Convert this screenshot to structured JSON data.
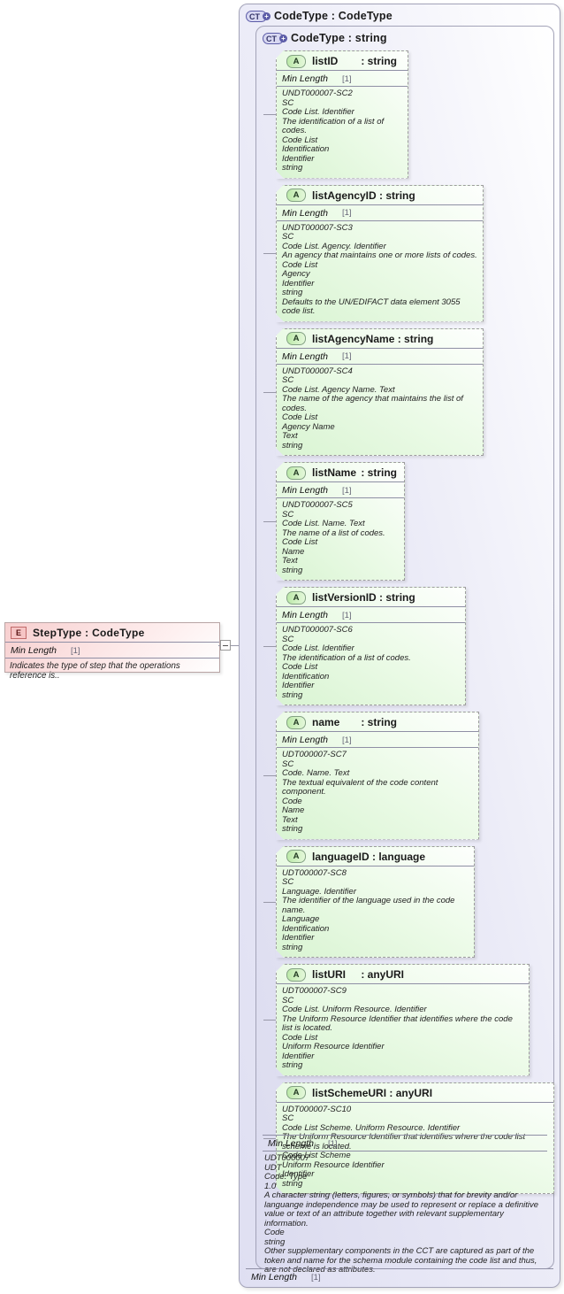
{
  "colors": {
    "outer_box_fill": "#dfdff2",
    "inner_box_fill": "#dbdbef",
    "attribute_box_fill": "#d9f4d2",
    "element_box_fill": "#f7cfcf",
    "box_border": "#a3a3b8",
    "dashed_border": "#9d9d9d",
    "connector": "#9898a8",
    "ct_icon_accent": "#5c5ca8",
    "a_icon_accent": "#84a284",
    "e_icon_accent": "#c06a6a"
  },
  "facet_label": "Min Length",
  "attribute_icon_label": "A",
  "element": {
    "icon_label": "E",
    "title": "StepType : CodeType",
    "facet_label": "Min Length",
    "facet_value": "[1]",
    "description": "Indicates the type of step that the operations reference is.."
  },
  "outer": {
    "icon_label": "CT",
    "icon_plus": "+",
    "title": "CodeType : CodeType",
    "facet_label": "Min Length",
    "facet_value": "[1]"
  },
  "inner": {
    "icon_label": "CT",
    "icon_plus": "+",
    "title": "CodeType : string",
    "facet_label": "Min Length",
    "facet_value": "[1]",
    "documentation": [
      "UDT000007",
      "UDT",
      "Code. Type",
      "1.0",
      "A character string (letters, figures, or symbols) that for brevity and/or languange independence may be used to represent or replace a definitive value or text of an attribute together with relevant supplementary information.",
      "Code",
      "string",
      "Other supplementary components in the CCT are captured as part of the token and name for the schema module containing the code list and thus, are not declared as attributes."
    ]
  },
  "attributes": [
    {
      "name": "listID",
      "type": "string",
      "min_length": "[1]",
      "documentation": [
        "UNDT000007-SC2",
        "SC",
        "Code List. Identifier",
        "The identification of a list of codes.",
        "Code List",
        "Identification",
        "Identifier",
        "string"
      ]
    },
    {
      "name": "listAgencyID",
      "type": "string",
      "min_length": "[1]",
      "documentation": [
        "UNDT000007-SC3",
        "SC",
        "Code List. Agency. Identifier",
        "An agency that maintains one or more lists of codes.",
        "Code List",
        "Agency",
        "Identifier",
        "string",
        "Defaults to the UN/EDIFACT data element 3055 code list."
      ]
    },
    {
      "name": "listAgencyName",
      "type": "string",
      "min_length": "[1]",
      "documentation": [
        "UNDT000007-SC4",
        "SC",
        "Code List. Agency Name. Text",
        "The name of the agency that maintains the list of codes.",
        "Code List",
        "Agency Name",
        "Text",
        "string"
      ]
    },
    {
      "name": "listName",
      "type": "string",
      "min_length": "[1]",
      "documentation": [
        "UNDT000007-SC5",
        "SC",
        "Code List. Name. Text",
        "The name of a list of codes.",
        "Code List",
        "Name",
        "Text",
        "string"
      ]
    },
    {
      "name": "listVersionID",
      "type": "string",
      "min_length": "[1]",
      "documentation": [
        "UNDT000007-SC6",
        "SC",
        "Code List. Identifier",
        "The identification of a list of codes.",
        "Code List",
        "Identification",
        "Identifier",
        "string"
      ]
    },
    {
      "name": "name",
      "type": "string",
      "min_length": "[1]",
      "documentation": [
        "UDT000007-SC7",
        "SC",
        "Code. Name. Text",
        "The textual equivalent of the code content component.",
        "Code",
        "Name",
        "Text",
        "string"
      ]
    },
    {
      "name": "languageID",
      "type": "language",
      "min_length": null,
      "documentation": [
        "UDT000007-SC8",
        "SC",
        "Language. Identifier",
        "The identifier of the language used in the code name.",
        "Language",
        "Identification",
        "Identifier",
        "string"
      ]
    },
    {
      "name": "listURI",
      "type": "anyURI",
      "min_length": null,
      "documentation": [
        "UDT000007-SC9",
        "SC",
        "Code List. Uniform Resource. Identifier",
        "The Uniform Resource Identifier that identifies where the code list is located.",
        "Code List",
        "Uniform Resource Identifier",
        "Identifier",
        "string"
      ]
    },
    {
      "name": "listSchemeURI",
      "type": "anyURI",
      "min_length": null,
      "documentation": [
        "UDT000007-SC10",
        "SC",
        "Code List Scheme. Uniform Resource. Identifier",
        "The Uniform Resource Identifier that identifies where the code list scheme is located.",
        "Code List Scheme",
        "Uniform Resource Identifier",
        "Identifier",
        "string"
      ]
    }
  ]
}
